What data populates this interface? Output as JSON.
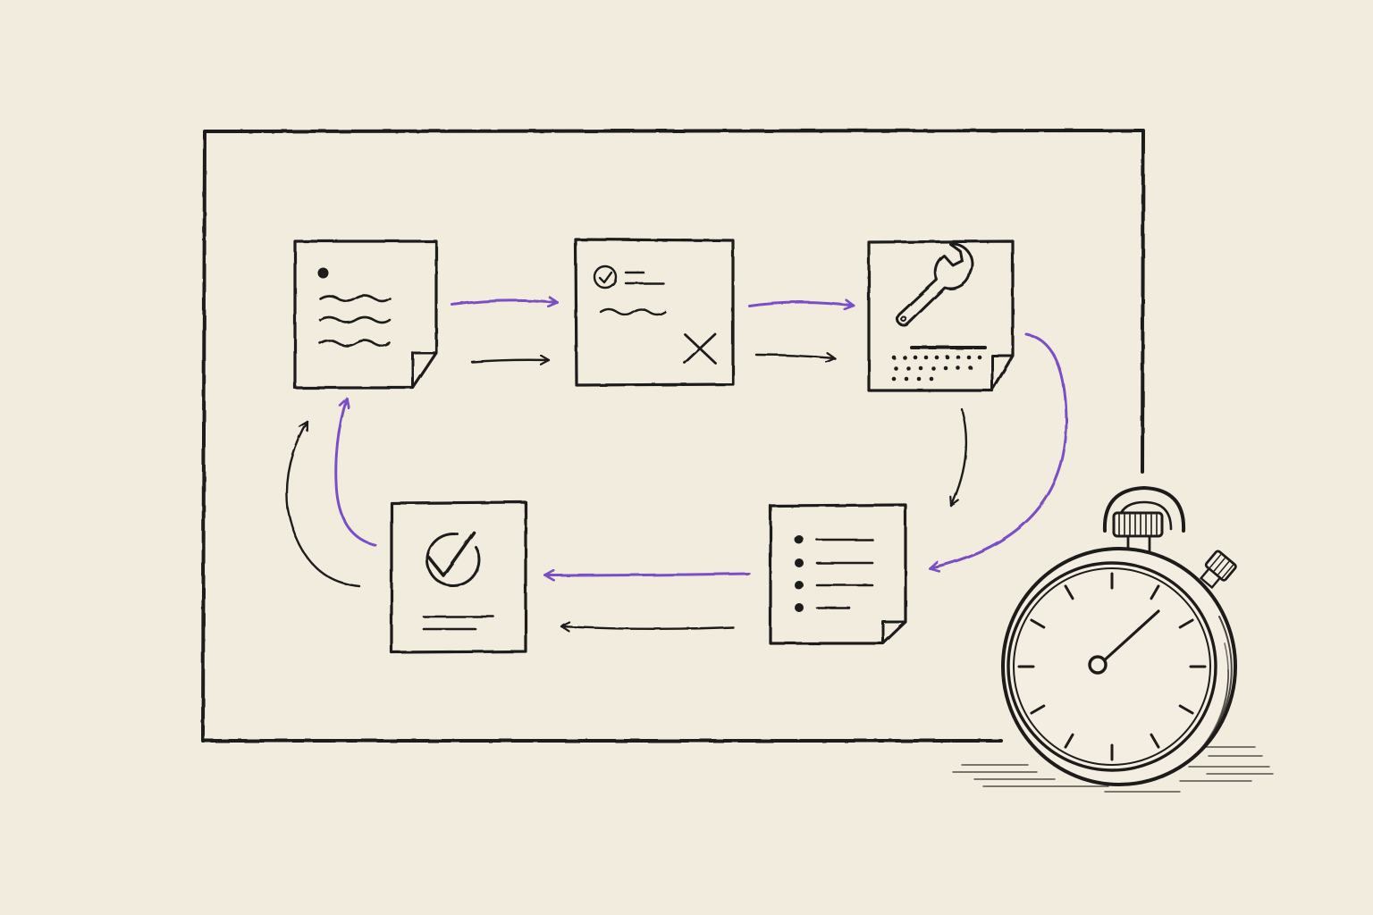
{
  "colors": {
    "paper": "#f2ecdf",
    "ink": "#1e1c1a",
    "accent": "#7a4fc4",
    "card": "#f4eee2"
  },
  "diagram": {
    "kind": "cyclic-workflow",
    "steps": [
      {
        "id": "draft",
        "icon": "document-icon"
      },
      {
        "id": "review",
        "icon": "review-card-icon"
      },
      {
        "id": "fix",
        "icon": "wrench-icon"
      },
      {
        "id": "checklist",
        "icon": "checklist-icon"
      },
      {
        "id": "approved",
        "icon": "checkmark-document-icon"
      }
    ],
    "flows": [
      {
        "from": "draft",
        "to": "review"
      },
      {
        "from": "review",
        "to": "fix"
      },
      {
        "from": "fix",
        "to": "checklist"
      },
      {
        "from": "checklist",
        "to": "approved"
      },
      {
        "from": "approved",
        "to": "draft"
      }
    ],
    "companion_icon": "stopwatch-icon"
  }
}
